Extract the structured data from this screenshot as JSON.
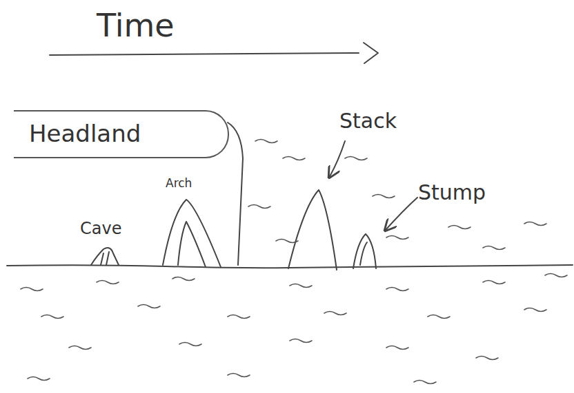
{
  "diagram": {
    "nodes": [
      {
        "text": [
          "Headland"
        ]
      }
    ],
    "labels": [
      "Time",
      "Cave",
      "Arch",
      "Stack",
      "Stump"
    ]
  }
}
